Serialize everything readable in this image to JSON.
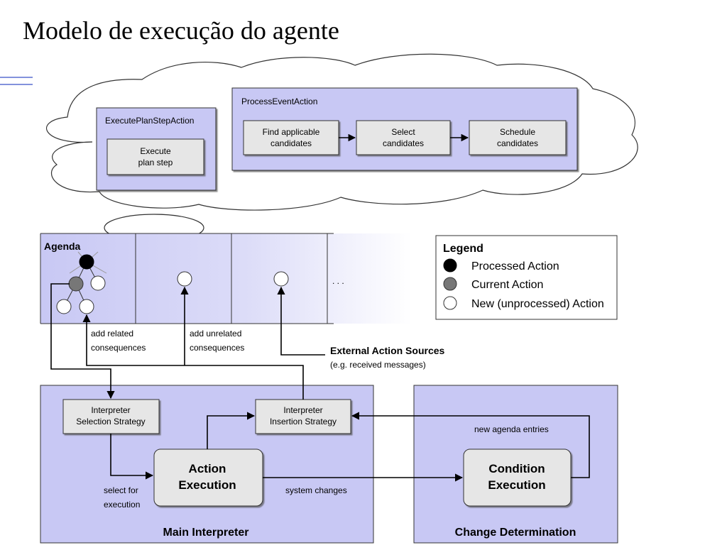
{
  "title": "Modelo de execução do agente",
  "cloud": {
    "execute_plan": {
      "title": "ExecutePlanStepAction",
      "box": [
        "Execute",
        "plan step"
      ]
    },
    "process_event": {
      "title": "ProcessEventAction",
      "boxes": [
        [
          "Find applicable",
          "candidates"
        ],
        [
          "Select",
          "candidates"
        ],
        [
          "Schedule",
          "candidates"
        ]
      ]
    }
  },
  "agenda": {
    "label": "Agenda",
    "ellipsis": ". . ."
  },
  "legend": {
    "title": "Legend",
    "items": [
      {
        "label": "Processed Action",
        "color": "#000000"
      },
      {
        "label": "Current Action",
        "color": "#777777"
      },
      {
        "label": "New (unprocessed) Action",
        "color": "#ffffff"
      }
    ]
  },
  "annotations": {
    "add_related": [
      "add related",
      "consequences"
    ],
    "add_unrelated": [
      "add unrelated",
      "consequences"
    ],
    "external_title": "External Action Sources",
    "external_sub": "(e.g. received messages)",
    "new_agenda_entries": "new agenda entries",
    "system_changes": "system changes",
    "select_for_execution": [
      "select for",
      "execution"
    ]
  },
  "main_interpreter": {
    "label": "Main Interpreter",
    "selection_strategy": [
      "Interpreter",
      "Selection Strategy"
    ],
    "insertion_strategy": [
      "Interpreter",
      "Insertion Strategy"
    ],
    "action_execution": [
      "Action",
      "Execution"
    ]
  },
  "change_determination": {
    "label": "Change Determination",
    "condition_execution": [
      "Condition",
      "Execution"
    ]
  },
  "colors": {
    "panel_fill": "#c8c8f4",
    "box_fill": "#e6e6e6",
    "current_action": "#777777"
  }
}
